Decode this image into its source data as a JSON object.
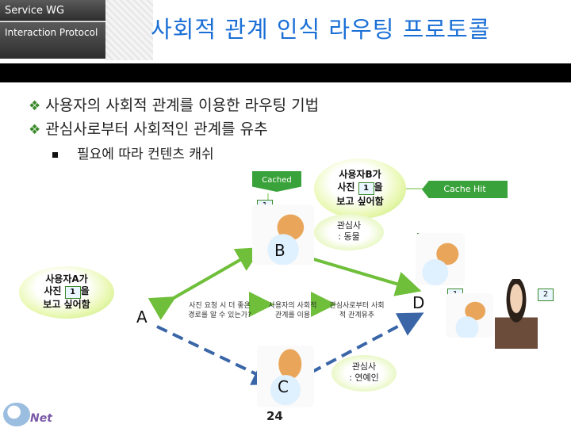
{
  "header": {
    "box1": "Service WG",
    "box2": "Interaction Protocol",
    "title": "사회적 관계 인식 라우팅 프로토콜"
  },
  "bullets": [
    "사용자의 사회적 관계를 이용한 라우팅 기법",
    "관심사로부터 사회적인 관계를 유추"
  ],
  "sub_bullet": "필요에 따라 컨텐츠 캐쉬",
  "diagram": {
    "cached_label": "Cached",
    "cache_hit_label": "Cache Hit",
    "bubble_b": {
      "line1": "사용자B가",
      "line2_pre": "사진",
      "line2_post": "을",
      "line3": "보고 싶어함"
    },
    "bubble_a": {
      "line1": "사용자A가",
      "line2_pre": "사진",
      "line2_post": "을",
      "line3": "보고 싶어함"
    },
    "box_num": "1",
    "interest_b": {
      "line1": "관심사",
      "line2": ": 동물"
    },
    "interest_c": {
      "line1": "관심사",
      "line2": ": 연예인"
    },
    "node_a": "A",
    "node_b": "B",
    "node_c": "C",
    "node_d": "D",
    "step1": "사진 요청 시 더 좋은 경로를 알 수 있는가?",
    "step2": "사용자의 사회적 관계를 이용",
    "step3": "관심사로부터 사회적 관계유추",
    "tag_b": "1",
    "tag_d1": "1",
    "tag_d2": "1",
    "tag_d3": "2"
  },
  "page_number": "24",
  "logo_text": "Net",
  "colors": {
    "title": "#1a6fd6",
    "accent_green": "#3a8a2a",
    "arrow_green": "#6fbf3a",
    "arrow_blue": "#3a66a8"
  }
}
